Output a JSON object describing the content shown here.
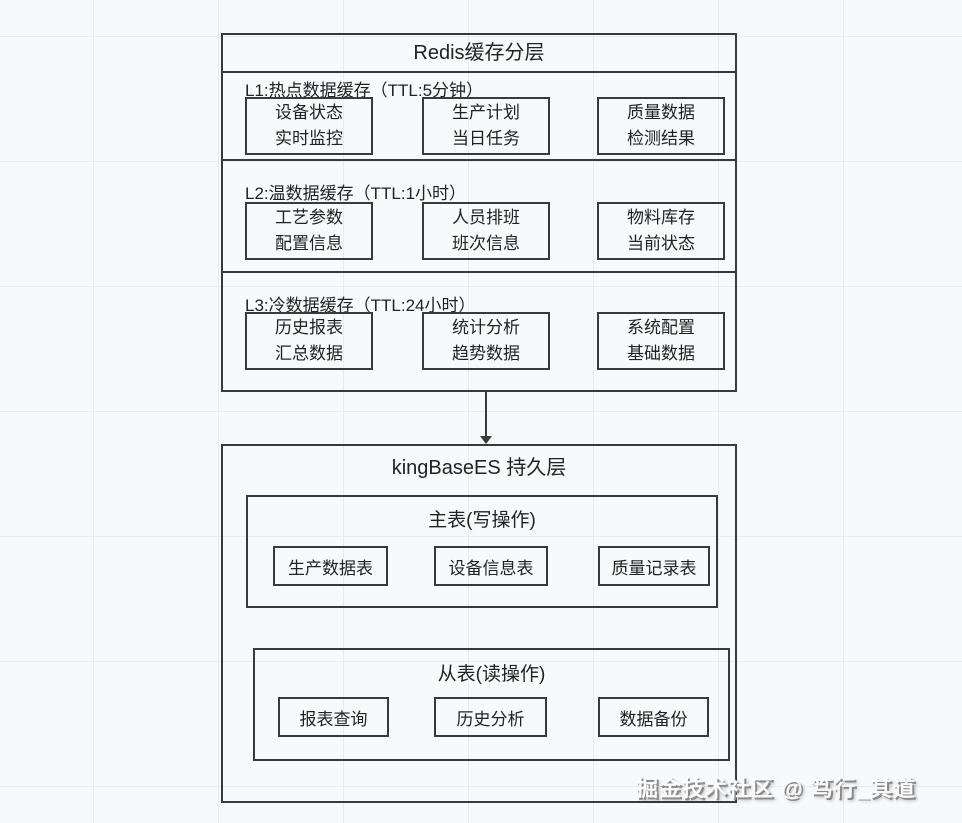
{
  "colors": {
    "background": "#f8f9fa",
    "grid_line": "#e9ebee",
    "border": "#3a3a3a",
    "text": "#222222",
    "watermark_text": "#fbfbfb"
  },
  "redis_panel": {
    "title": "Redis缓存分层",
    "layers": [
      {
        "label": "L1:热点数据缓存（TTL:5分钟）",
        "items": [
          {
            "line1": "设备状态",
            "line2": "实时监控"
          },
          {
            "line1": "生产计划",
            "line2": "当日任务"
          },
          {
            "line1": "质量数据",
            "line2": "检测结果"
          }
        ]
      },
      {
        "label": "L2:温数据缓存（TTL:1小时）",
        "items": [
          {
            "line1": "工艺参数",
            "line2": "配置信息"
          },
          {
            "line1": "人员排班",
            "line2": "班次信息"
          },
          {
            "line1": "物料库存",
            "line2": "当前状态"
          }
        ]
      },
      {
        "label": "L3:冷数据缓存（TTL:24小时）",
        "items": [
          {
            "line1": "历史报表",
            "line2": "汇总数据"
          },
          {
            "line1": "统计分析",
            "line2": "趋势数据"
          },
          {
            "line1": "系统配置",
            "line2": "基础数据"
          }
        ]
      }
    ]
  },
  "kingbase_panel": {
    "title": "kingBaseES 持久层",
    "groups": [
      {
        "label": "主表(写操作)",
        "items": [
          "生产数据表",
          "设备信息表",
          "质量记录表"
        ]
      },
      {
        "label": "从表(读操作)",
        "items": [
          "报表查询",
          "历史分析",
          "数据备份"
        ]
      }
    ]
  },
  "watermark": "掘金技术社区 @ 笃行_其道"
}
